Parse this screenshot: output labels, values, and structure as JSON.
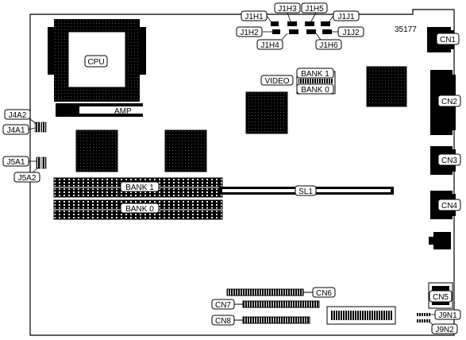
{
  "figure_id": "35177",
  "labels": {
    "cpu": "CPU",
    "amp": "AMP",
    "video": "VIDEO",
    "bank1_video": "BANK 1",
    "bank0_video": "BANK 0",
    "bank1_simm": "BANK 1",
    "bank0_simm": "BANK 0",
    "sl1": "SL1",
    "cn1": "CN1",
    "cn2": "CN2",
    "cn3": "CN3",
    "cn4": "CN4",
    "cn5": "CN5",
    "cn6": "CN6",
    "cn7": "CN7",
    "cn8": "CN8",
    "j1h1": "J1H1",
    "j1h2": "J1H2",
    "j1h3": "J1H3",
    "j1h4": "J1H4",
    "j1h5": "J1H5",
    "j1h6": "J1H6",
    "j1j1": "J1J1",
    "j1j2": "J1J2",
    "j4a1": "J4A1",
    "j4a2": "J4A2",
    "j5a1": "J5A1",
    "j5a2": "J5A2",
    "j9n1": "J9N1",
    "j9n2": "J9N2"
  }
}
